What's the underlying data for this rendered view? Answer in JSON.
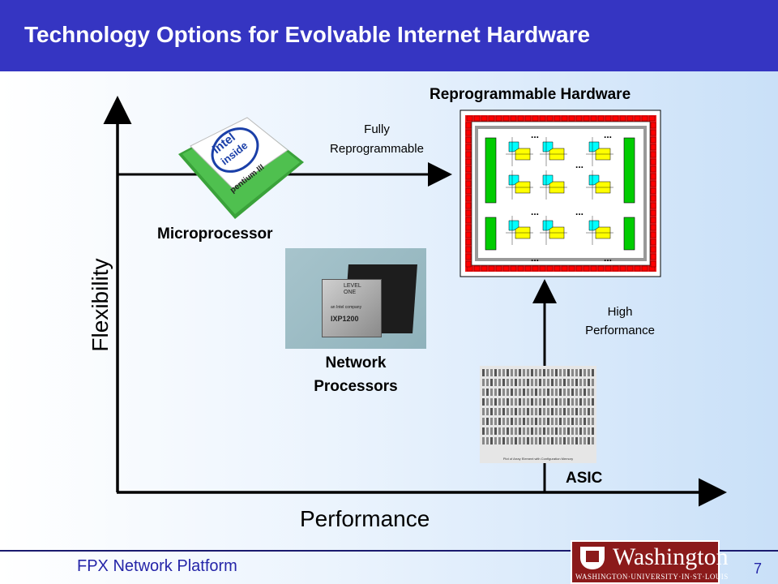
{
  "title": "Technology Options for Evolvable Internet Hardware",
  "axes": {
    "y_label": "Flexibility",
    "x_label": "Performance"
  },
  "nodes": {
    "microprocessor": "Microprocessor",
    "network_processors_line1": "Network",
    "network_processors_line2": "Processors",
    "reprogrammable": "Reprogrammable Hardware",
    "asic": "ASIC"
  },
  "arrows": {
    "fully_line1": "Fully",
    "fully_line2": "Reprogrammable",
    "high_line1": "High",
    "high_line2": "Performance"
  },
  "chip_text": {
    "intel": "intel",
    "inside": "inside",
    "pentium": "pentium III",
    "level": "LEVEL",
    "one": "ONE",
    "company": "an Intel company",
    "model": "IXP1200",
    "asic_caption": "Plot of Array Element with Configuration Memory"
  },
  "footer": {
    "text": "FPX Network Platform",
    "page": "7",
    "logo_main": "Washington",
    "logo_sub": "WASHINGTON·UNIVERSITY·IN·ST·LOUIS"
  },
  "colors": {
    "title_bar": "#3535c2",
    "footer_text": "#2525a8",
    "fpga_io": "#ff0000",
    "fpga_logic": "#00cc00",
    "fpga_cell": "#ffff00",
    "fpga_lut": "#00ffff",
    "logo_bg": "#8b1a1a"
  }
}
